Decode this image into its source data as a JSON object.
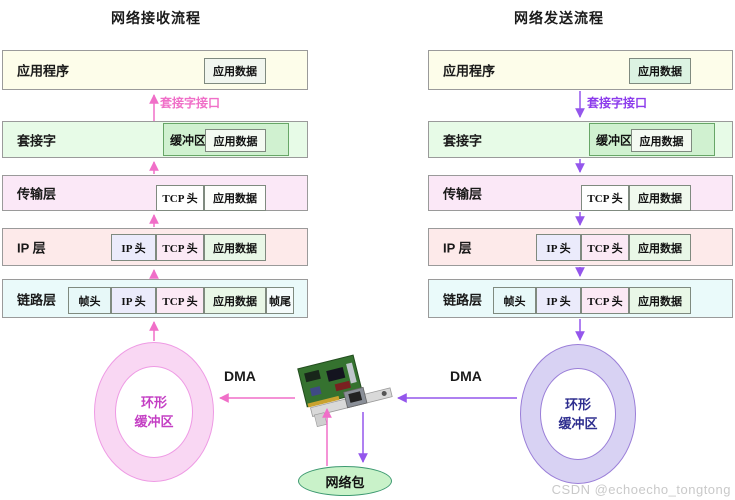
{
  "titles": {
    "receive": "网络接收流程",
    "send": "网络发送流程"
  },
  "receive": {
    "app_layer": {
      "label": "应用程序",
      "data": "应用数据"
    },
    "socket_layer": {
      "label": "套接字",
      "buffer": "缓冲区",
      "data": "应用数据"
    },
    "transport_layer": {
      "label": "传输层",
      "tcp": "TCP 头",
      "data": "应用数据"
    },
    "ip_layer": {
      "label": "IP 层",
      "ip": "IP 头",
      "tcp": "TCP 头",
      "data": "应用数据"
    },
    "link_layer": {
      "label": "链路层",
      "frame_head": "帧头",
      "ip": "IP 头",
      "tcp": "TCP 头",
      "data": "应用数据",
      "frame_tail": "帧尾"
    },
    "socket_interface": "套接字接口",
    "dma": "DMA",
    "ring": {
      "line1": "环形",
      "line2": "缓冲区"
    }
  },
  "send": {
    "app_layer": {
      "label": "应用程序",
      "data": "应用数据"
    },
    "socket_layer": {
      "label": "套接字",
      "buffer": "缓冲区",
      "data": "应用数据"
    },
    "transport_layer": {
      "label": "传输层",
      "tcp": "TCP 头",
      "data": "应用数据"
    },
    "ip_layer": {
      "label": "IP 层",
      "ip": "IP 头",
      "tcp": "TCP 头",
      "data": "应用数据"
    },
    "link_layer": {
      "label": "链路层",
      "frame_head": "帧头",
      "ip": "IP 头",
      "tcp": "TCP 头",
      "data": "应用数据"
    },
    "socket_interface": "套接字接口",
    "dma": "DMA",
    "ring": {
      "line1": "环形",
      "line2": "缓冲区"
    }
  },
  "packet": "网络包",
  "watermark": "CSDN @echoecho_tongtong",
  "colors": {
    "receive_accent": "#f06fc8",
    "send_accent": "#9456ec",
    "receive_ring_fill": "#f9d7f3",
    "send_ring_fill": "#d8d2f3",
    "packet_fill": "#c9f2c9",
    "packet_border": "#3d9970"
  }
}
